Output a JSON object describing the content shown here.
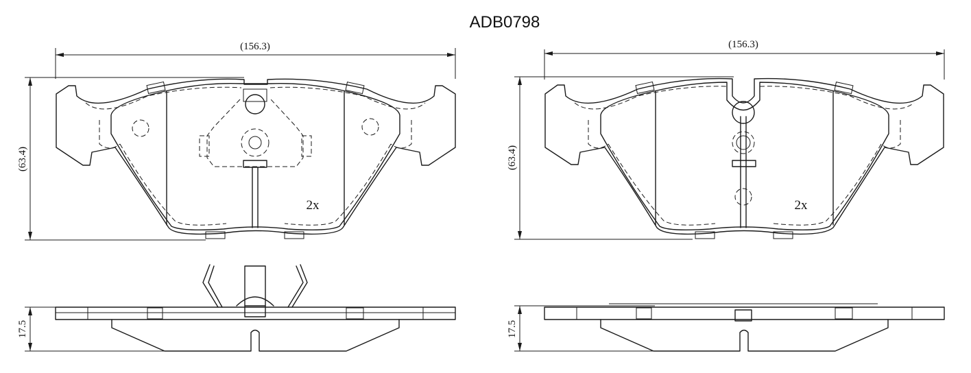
{
  "part_number": "ADB0798",
  "views": {
    "left_pad": {
      "width_label": "(156.3)",
      "height_label": "(63.4)",
      "quantity_label": "2x",
      "thickness_label": "17.5"
    },
    "right_pad": {
      "width_label": "(156.3)",
      "height_label": "(63.4)",
      "quantity_label": "2x",
      "thickness_label": "17.5"
    }
  }
}
